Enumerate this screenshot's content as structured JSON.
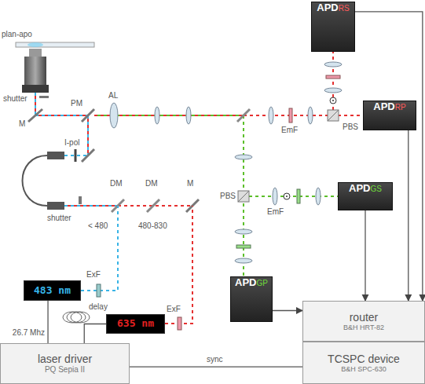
{
  "diagram": {
    "nodes": [
      {
        "text": [
          "APD",
          "RS"
        ]
      },
      {
        "text": [
          "APD",
          "RP"
        ]
      },
      {
        "text": [
          "APD",
          "GS"
        ]
      },
      {
        "text": [
          "483 nm"
        ]
      },
      {
        "text": [
          "635 nm"
        ]
      },
      {
        "text": [
          "APD",
          "GP"
        ]
      },
      {
        "text": [
          "router",
          "B&H HRT-82"
        ]
      },
      {
        "text": [
          "TCSPC device",
          "B&H SPC-630"
        ]
      },
      {
        "text": [
          "laser driver",
          "PQ Sepia II"
        ]
      }
    ],
    "edges": [
      {
        "from": 0,
        "to": 6,
        "arrow": "to"
      },
      {
        "from": 1,
        "to": 6,
        "arrow": "to"
      },
      {
        "from": 2,
        "to": 6,
        "arrow": "to"
      },
      {
        "from": 5,
        "to": 6,
        "arrow": "to"
      },
      {
        "from": 8,
        "to": 3,
        "label": "26.7 Mhz",
        "arrow": "none"
      },
      {
        "from": 8,
        "to": 4,
        "label": "delay",
        "arrow": "none"
      },
      {
        "from": 8,
        "to": 7,
        "label": "sync",
        "arrow": "none"
      }
    ],
    "labels": [
      "plan-apo",
      "shutter",
      "M",
      "PM",
      "AL",
      "I-pol",
      "PBS",
      "EmF",
      "PBS",
      "EmF",
      "shutter",
      "DM",
      "DM",
      "M",
      "< 480",
      "480-830",
      "ExF",
      "ExF"
    ]
  }
}
